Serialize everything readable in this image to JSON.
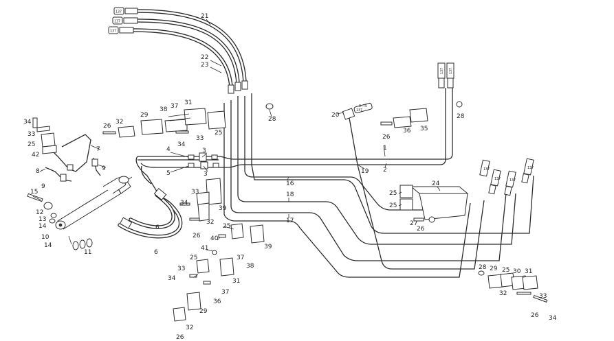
{
  "labels": [
    {
      "id": "l21",
      "text": "21"
    },
    {
      "id": "l22",
      "text": "22"
    },
    {
      "id": "l23",
      "text": "23"
    },
    {
      "id": "l20",
      "text": "20"
    },
    {
      "id": "l28a",
      "text": "28"
    },
    {
      "id": "l28b",
      "text": "28"
    },
    {
      "id": "l35",
      "text": "35"
    },
    {
      "id": "l36a",
      "text": "36"
    },
    {
      "id": "l26a",
      "text": "26"
    },
    {
      "id": "l1",
      "text": "1"
    },
    {
      "id": "l2",
      "text": "2"
    },
    {
      "id": "l19",
      "text": "19"
    },
    {
      "id": "l16",
      "text": "16"
    },
    {
      "id": "l18",
      "text": "18"
    },
    {
      "id": "l17",
      "text": "17"
    },
    {
      "id": "l31a",
      "text": "31"
    },
    {
      "id": "l37a",
      "text": "37"
    },
    {
      "id": "l38a",
      "text": "38"
    },
    {
      "id": "l29a",
      "text": "29"
    },
    {
      "id": "l32a",
      "text": "32"
    },
    {
      "id": "l26b",
      "text": "26"
    },
    {
      "id": "l34a",
      "text": "34"
    },
    {
      "id": "l33a",
      "text": "33"
    },
    {
      "id": "l25a",
      "text": "25"
    },
    {
      "id": "l4",
      "text": "4"
    },
    {
      "id": "l5",
      "text": "5"
    },
    {
      "id": "l3a",
      "text": "3"
    },
    {
      "id": "l3b",
      "text": "3"
    },
    {
      "id": "l34b",
      "text": "34"
    },
    {
      "id": "l33b",
      "text": "33"
    },
    {
      "id": "l25b",
      "text": "25"
    },
    {
      "id": "l42",
      "text": "42"
    },
    {
      "id": "l7",
      "text": "7"
    },
    {
      "id": "l8",
      "text": "8"
    },
    {
      "id": "l9a",
      "text": "9"
    },
    {
      "id": "l9b",
      "text": "9"
    },
    {
      "id": "l15",
      "text": "15"
    },
    {
      "id": "l12",
      "text": "12"
    },
    {
      "id": "l13",
      "text": "13"
    },
    {
      "id": "l14a",
      "text": "14"
    },
    {
      "id": "l10",
      "text": "10"
    },
    {
      "id": "l14b",
      "text": "14"
    },
    {
      "id": "l11",
      "text": "11"
    },
    {
      "id": "l6a",
      "text": "6"
    },
    {
      "id": "l6b",
      "text": "6"
    },
    {
      "id": "l33c",
      "text": "33"
    },
    {
      "id": "l34c",
      "text": "34"
    },
    {
      "id": "l39a",
      "text": "39"
    },
    {
      "id": "l32b",
      "text": "32"
    },
    {
      "id": "l26c",
      "text": "26"
    },
    {
      "id": "l25c",
      "text": "25"
    },
    {
      "id": "l40",
      "text": "40"
    },
    {
      "id": "l41",
      "text": "41"
    },
    {
      "id": "l39b",
      "text": "39"
    },
    {
      "id": "l37b",
      "text": "37"
    },
    {
      "id": "l38b",
      "text": "38"
    },
    {
      "id": "l25d",
      "text": "25"
    },
    {
      "id": "l33d",
      "text": "33"
    },
    {
      "id": "l34d",
      "text": "34"
    },
    {
      "id": "l31b",
      "text": "31"
    },
    {
      "id": "l37c",
      "text": "37"
    },
    {
      "id": "l36b",
      "text": "36"
    },
    {
      "id": "l29b",
      "text": "29"
    },
    {
      "id": "l32c",
      "text": "32"
    },
    {
      "id": "l26d",
      "text": "26"
    },
    {
      "id": "l24",
      "text": "24"
    },
    {
      "id": "l25e",
      "text": "25"
    },
    {
      "id": "l25f",
      "text": "25"
    },
    {
      "id": "l27",
      "text": "27"
    },
    {
      "id": "l26e",
      "text": "26"
    },
    {
      "id": "l28c",
      "text": "28"
    },
    {
      "id": "l29c",
      "text": "29"
    },
    {
      "id": "l25g",
      "text": "25"
    },
    {
      "id": "l30",
      "text": "30"
    },
    {
      "id": "l31c",
      "text": "31"
    },
    {
      "id": "l32d",
      "text": "32"
    },
    {
      "id": "l33e",
      "text": "33"
    },
    {
      "id": "l26f",
      "text": "26"
    },
    {
      "id": "l34e",
      "text": "34"
    }
  ],
  "tags": {
    "t1": "137",
    "t2": "137",
    "t3": "137",
    "t4": "137",
    "t5": "137",
    "t6": "137",
    "t7": "137",
    "t8": "137",
    "t9": "137",
    "t10": "137",
    "t11": "0.75"
  }
}
